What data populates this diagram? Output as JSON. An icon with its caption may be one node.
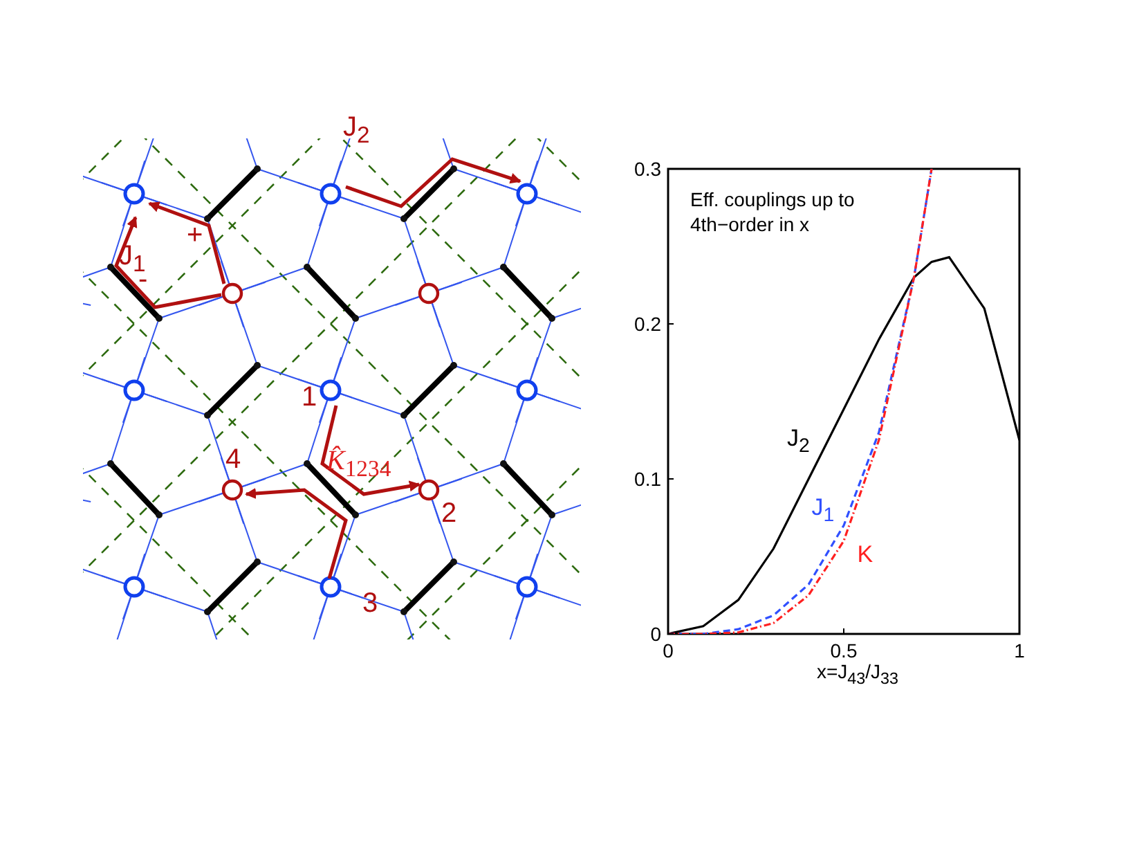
{
  "diagram": {
    "labels": [
      "J$_{2}$",
      "J$_{1}$",
      "+",
      "-",
      "1",
      "*K̂*$_{1234}$",
      "4",
      "2",
      "3"
    ],
    "chart_data": {
      "type": "line",
      "xlabel": "x=J$_{43}$/J$_{33}$",
      "x": [
        0,
        0.1,
        0.2,
        0.3,
        0.4,
        0.5,
        0.6,
        0.7,
        0.75,
        0.8,
        0.9,
        1
      ],
      "series": [
        {
          "name": "J$_{2}$",
          "color": "#000000",
          "line_style": "solid",
          "values": [
            0,
            0.005,
            0.022,
            0.055,
            0.1,
            0.145,
            0.19,
            0.23,
            0.24,
            0.243,
            0.21,
            0.125
          ]
        },
        {
          "name": "J$_{1}$",
          "color": "#3050ff",
          "line_style": "dashed",
          "values": [
            0,
            0,
            0.003,
            0.012,
            0.032,
            0.07,
            0.13,
            0.23,
            0.3,
            null,
            null,
            null
          ]
        },
        {
          "name": "K",
          "color": "#ff2020",
          "line_style": "dashdot",
          "values": [
            0,
            0,
            0.001,
            0.007,
            0.025,
            0.06,
            0.125,
            0.23,
            0.3,
            null,
            null,
            null
          ]
        }
      ],
      "xlim": [
        0,
        1
      ],
      "ylim": [
        0,
        0.3
      ],
      "xticks": [
        0,
        0.5,
        1
      ],
      "yticks": [
        0,
        0.1,
        0.2,
        0.3
      ],
      "annotations": [
        "Eff. couplings up to 4th−order in x"
      ]
    }
  }
}
